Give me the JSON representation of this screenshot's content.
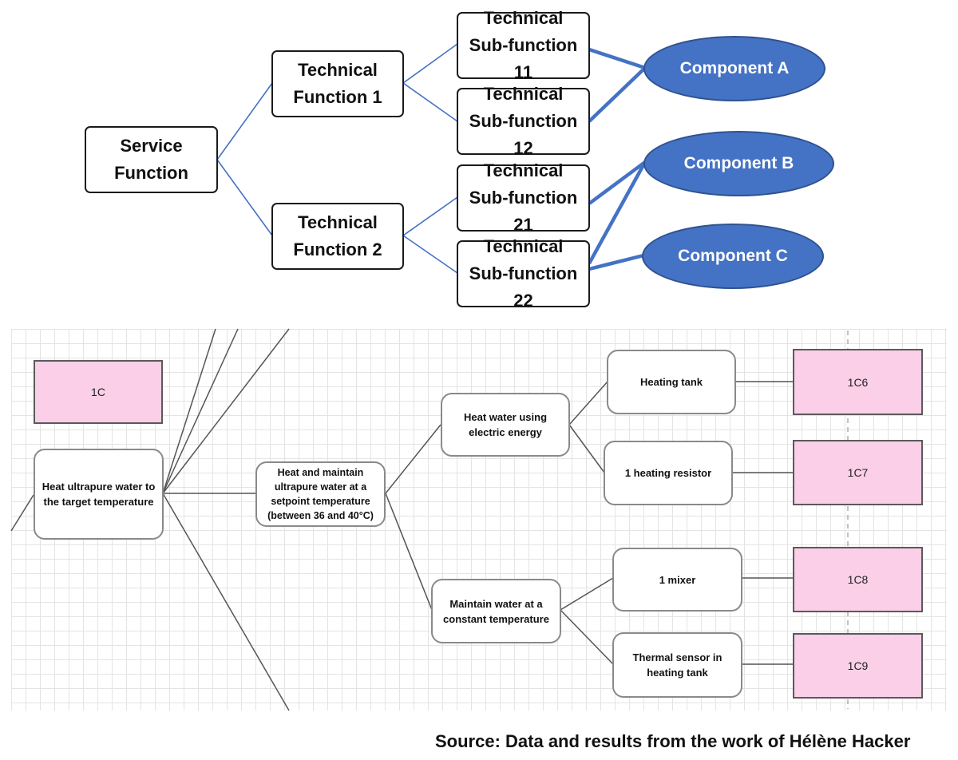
{
  "top_diagram": {
    "service_function": "Service Function",
    "technical_functions": [
      "Technical Function 1",
      "Technical Function 2"
    ],
    "sub_functions": [
      "Technical Sub-function 11",
      "Technical Sub-function 12",
      "Technical Sub-function 21",
      "Technical Sub-function 22"
    ],
    "components": [
      "Component A",
      "Component B",
      "Component C"
    ],
    "colors": {
      "component_fill": "#4472c4",
      "connector": "#4472c4"
    }
  },
  "bottom_diagram": {
    "group_label": "1C",
    "root_function": "Heat ultrapure water to the target temperature",
    "main_function": "Heat and maintain ultrapure water at a setpoint temperature (between 36 and 40°C)",
    "sub_functions": [
      "Heat water using electric energy",
      "Maintain water at a constant temperature"
    ],
    "components": [
      "Heating tank",
      "1 heating resistor",
      "1 mixer",
      "Thermal sensor in heating tank"
    ],
    "component_codes": [
      "1C6",
      "1C7",
      "1C8",
      "1C9"
    ],
    "colors": {
      "code_fill": "#fbcfe8",
      "connector": "#444444"
    }
  },
  "source": "Source: Data and results from the work of Hélène Hacker"
}
